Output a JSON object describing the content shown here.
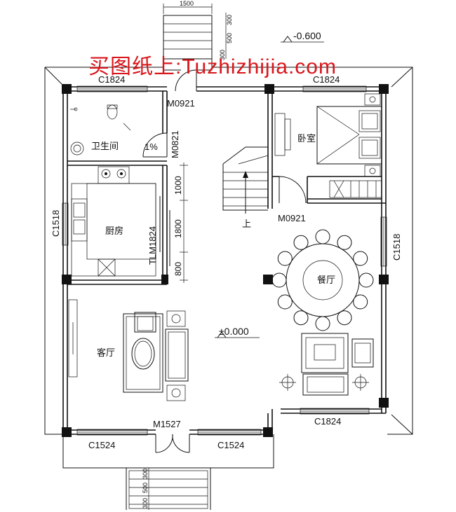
{
  "watermark": "买图纸上:Tuzhizhijia.com",
  "top_stair": {
    "width_dim": "1500",
    "step_dims": [
      "300",
      "500",
      "300"
    ]
  },
  "elevations": {
    "outside": "-0.600",
    "floor": "±0.000"
  },
  "rooms": {
    "bathroom": "卫生间",
    "kitchen": "厨房",
    "bedroom": "卧室",
    "dining": "餐厅",
    "living": "客厅",
    "stair_up": "上"
  },
  "slope": "1%",
  "windows": {
    "bath_top": "C1824",
    "bed_top": "C1824",
    "west": "C1518",
    "east": "C1518",
    "lower_right": "C1824",
    "front_left": "C1524",
    "front_right": "C1524"
  },
  "doors": {
    "entry_top": "M0921",
    "bath": "M0821",
    "kitchen_slide": "TLM1824",
    "bedroom": "M0921",
    "front": "M1527"
  },
  "kitchen_dims": [
    "1000",
    "1800",
    "800"
  ],
  "front_stair_dims": [
    "300",
    "500",
    "300"
  ]
}
